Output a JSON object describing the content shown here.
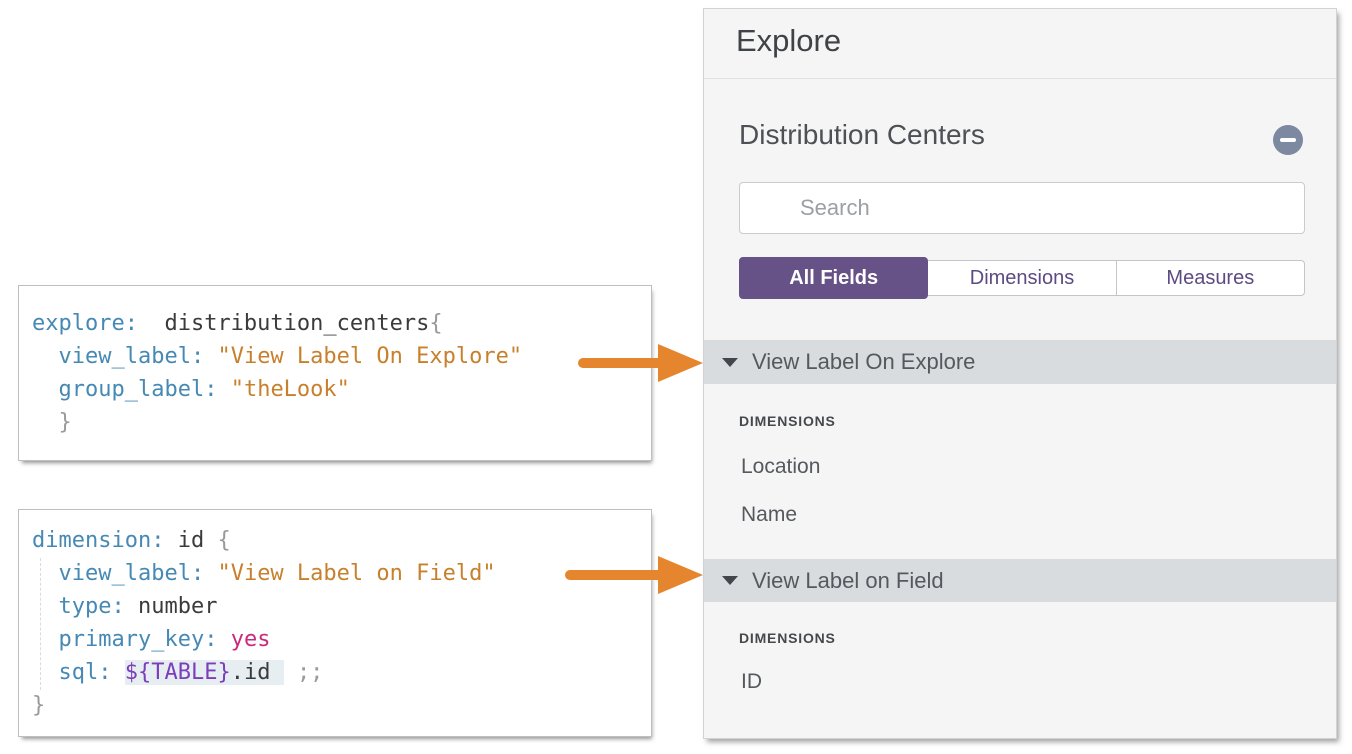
{
  "panel": {
    "title": "Explore",
    "view_name": "Distribution Centers",
    "search_placeholder": "Search",
    "tabs": [
      {
        "label": "All Fields",
        "active": true
      },
      {
        "label": "Dimensions",
        "active": false
      },
      {
        "label": "Measures",
        "active": false
      }
    ],
    "sections": [
      {
        "title": "View Label On Explore",
        "group_heading": "DIMENSIONS",
        "fields": [
          "Location",
          "Name"
        ]
      },
      {
        "title": "View Label on Field",
        "group_heading": "DIMENSIONS",
        "fields": [
          "ID"
        ]
      }
    ],
    "icons": {
      "remove_view": "minus-circle-icon",
      "search": "search-icon",
      "section_collapse": "triangle-down-icon"
    },
    "colors": {
      "active_tab_purple": "#675287",
      "tab_text_purple": "#5d4a82",
      "section_band_gray": "#d9dcde",
      "minus_icon_slate": "#7d89a1",
      "panel_background": "#f5f5f6"
    }
  },
  "arrows": [
    {
      "name": "explore-label-arrow",
      "color": "#e5862f"
    },
    {
      "name": "field-label-arrow",
      "color": "#e5862f"
    }
  ],
  "code_boxes": [
    {
      "name": "lookml-explore-snippet",
      "lines": [
        [
          {
            "t": "explore:",
            "c": "kw"
          },
          {
            "t": "  distribution_centers",
            "c": "txt"
          },
          {
            "t": "{",
            "c": "brace"
          }
        ],
        [
          {
            "t": "  ",
            "c": "txt"
          },
          {
            "t": "view_label:",
            "c": "kw"
          },
          {
            "t": " ",
            "c": "txt"
          },
          {
            "t": "\"View Label On Explore\"",
            "c": "str"
          }
        ],
        [
          {
            "t": "  ",
            "c": "txt"
          },
          {
            "t": "group_label:",
            "c": "kw"
          },
          {
            "t": " ",
            "c": "txt"
          },
          {
            "t": "\"theLook\"",
            "c": "str"
          }
        ],
        [
          {
            "t": "  }",
            "c": "brace"
          }
        ]
      ]
    },
    {
      "name": "lookml-dimension-snippet",
      "lines": [
        [
          {
            "t": "dimension:",
            "c": "kw"
          },
          {
            "t": " id ",
            "c": "txt"
          },
          {
            "t": "{",
            "c": "brace"
          }
        ],
        [
          {
            "t": "  ",
            "c": "txt"
          },
          {
            "t": "view_label:",
            "c": "kw"
          },
          {
            "t": " ",
            "c": "txt"
          },
          {
            "t": "\"View Label on Field\"",
            "c": "str"
          }
        ],
        [
          {
            "t": "  ",
            "c": "txt"
          },
          {
            "t": "type:",
            "c": "kw"
          },
          {
            "t": " number",
            "c": "txt"
          }
        ],
        [
          {
            "t": "  ",
            "c": "txt"
          },
          {
            "t": "primary_key:",
            "c": "kw"
          },
          {
            "t": " ",
            "c": "txt"
          },
          {
            "t": "yes",
            "c": "mag"
          }
        ],
        [
          {
            "t": "  ",
            "c": "txt"
          },
          {
            "t": "sql:",
            "c": "kw"
          },
          {
            "t": " ",
            "c": "txt"
          },
          {
            "t": "${TABLE}",
            "c": "hlp"
          },
          {
            "t": ".id ",
            "c": "hlt"
          },
          {
            "t": " ",
            "c": "txt"
          },
          {
            "t": ";;",
            "c": "brace"
          }
        ],
        [
          {
            "t": "}",
            "c": "brace"
          }
        ]
      ],
      "syntax_colors": {
        "keyword_blue": "#4689b4",
        "string_orange": "#c8802d",
        "value_magenta": "#c92a7d",
        "liquid_purple": "#7c3dbb",
        "highlight_background": "#e6eef2",
        "brace_gray": "#9a9a9a"
      }
    }
  ]
}
